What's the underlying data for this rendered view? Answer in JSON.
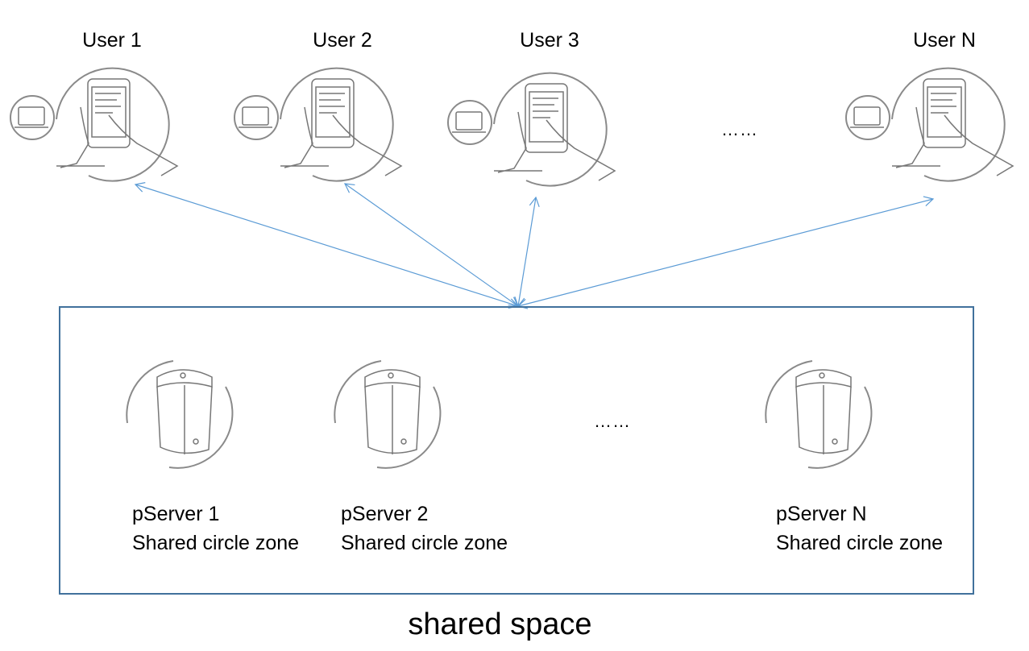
{
  "users": [
    {
      "label": "User 1"
    },
    {
      "label": "User 2"
    },
    {
      "label": "User 3"
    },
    {
      "label": "User N"
    }
  ],
  "users_ellipsis": "……",
  "servers": [
    {
      "name": "pServer 1",
      "zone": "Shared circle zone"
    },
    {
      "name": "pServer 2",
      "zone": "Shared circle zone"
    },
    {
      "name": "pServer N",
      "zone": "Shared circle zone"
    }
  ],
  "servers_ellipsis": "……",
  "caption": "shared space",
  "colors": {
    "arrow": "#5b9bd5",
    "box": "#41719c",
    "sketch": "#8a8a8a"
  }
}
